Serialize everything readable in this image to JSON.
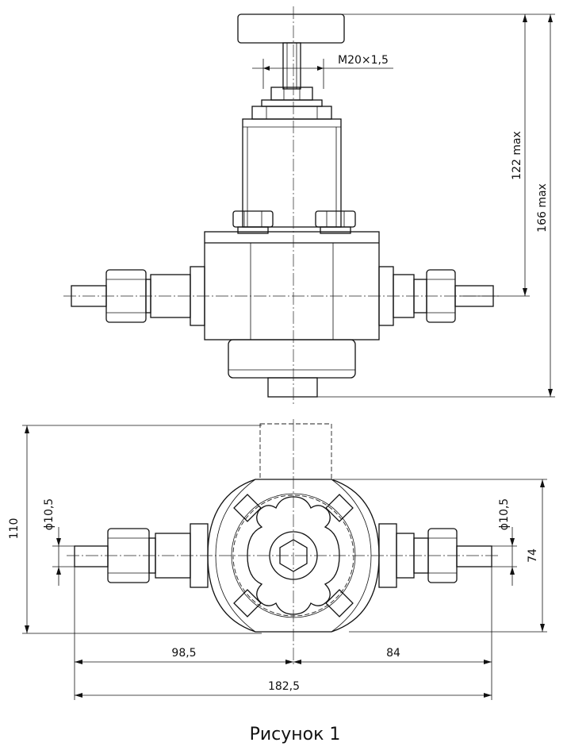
{
  "dimensions": {
    "thread": "M20×1,5",
    "height_max_upper": "122 max",
    "height_max_total": "166 max",
    "overall_height": "110",
    "pipe_diameter_left": "ϕ10,5",
    "pipe_diameter_right": "ϕ10,5",
    "axis_height": "74",
    "left_length": "98,5",
    "right_length": "84",
    "total_length": "182,5"
  },
  "caption": "Рисунок 1"
}
